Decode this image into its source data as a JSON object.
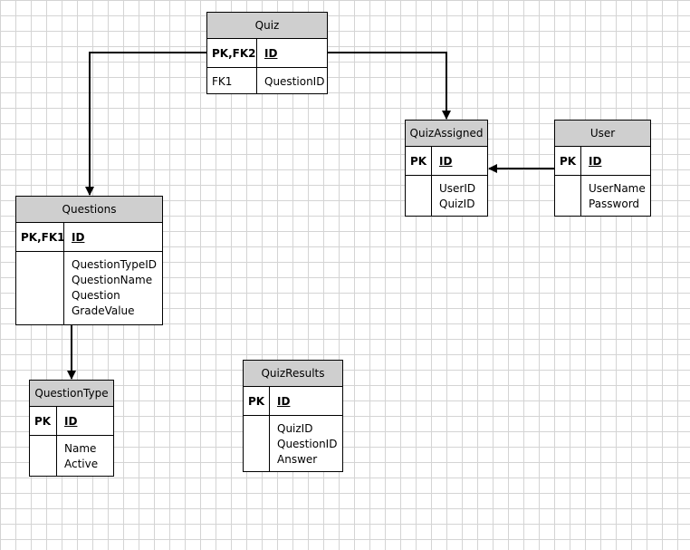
{
  "entities": {
    "quiz": {
      "title": "Quiz",
      "pk_key": "PK,FK2",
      "pk_field": "ID",
      "fk_key": "FK1",
      "fields": [
        "QuestionID"
      ]
    },
    "questions": {
      "title": "Questions",
      "pk_key": "PK,FK1",
      "pk_field": "ID",
      "fields": [
        "QuestionTypeID",
        "QuestionName",
        "Question",
        "GradeValue"
      ]
    },
    "questiontype": {
      "title": "QuestionType",
      "pk_key": "PK",
      "pk_field": "ID",
      "fields": [
        "Name",
        "Active"
      ]
    },
    "quizassigned": {
      "title": "QuizAssigned",
      "pk_key": "PK",
      "pk_field": "ID",
      "fields": [
        "UserID",
        "QuizID"
      ]
    },
    "user": {
      "title": "User",
      "pk_key": "PK",
      "pk_field": "ID",
      "fields": [
        "UserName",
        "Password"
      ]
    },
    "quizresults": {
      "title": "QuizResults",
      "pk_key": "PK",
      "pk_field": "ID",
      "fields": [
        "QuizID",
        "QuestionID",
        "Answer"
      ]
    }
  }
}
